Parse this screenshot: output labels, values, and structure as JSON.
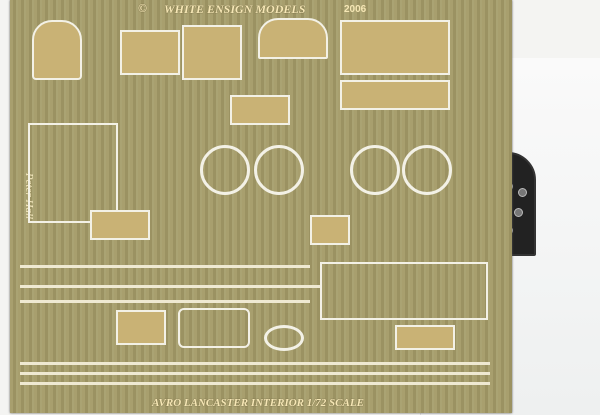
{
  "fret": {
    "copyright_symbol": "©",
    "maker": "WHITE ENSIGN MODELS",
    "year": "2006",
    "title": "AVRO LANCASTER INTERIOR 1/72 SCALE",
    "signature": "Peter Hall"
  },
  "colors": {
    "brass": "#a89f6e",
    "bag": "#f4f4f2",
    "panel": "#222222"
  }
}
